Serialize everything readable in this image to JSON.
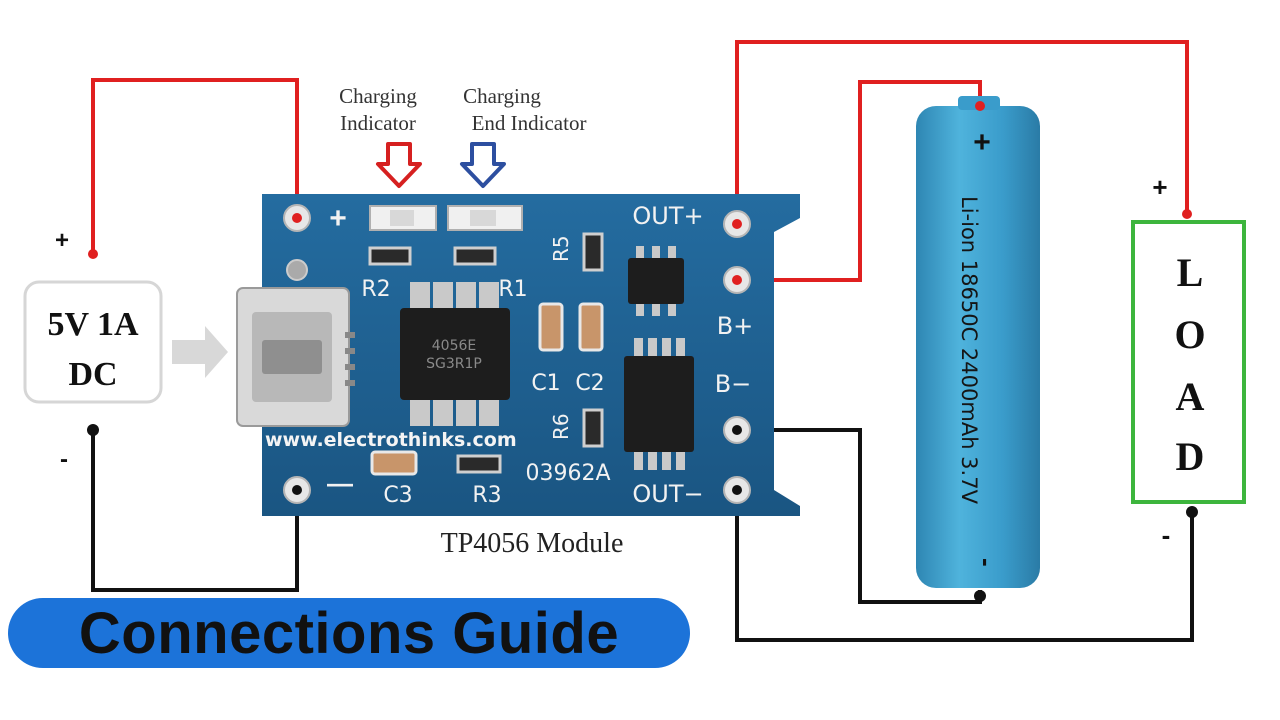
{
  "labels": {
    "charging_indicator_line1": "Charging",
    "charging_indicator_line2": "Indicator",
    "end_indicator_line1": "Charging",
    "end_indicator_line2": "End Indicator",
    "module_caption": "TP4056 Module",
    "guide_title": "Connections Guide"
  },
  "power_source": {
    "line1": "5V 1A",
    "line2": "DC",
    "plus": "+",
    "minus": "-"
  },
  "board": {
    "pad_plus": "+",
    "pad_minus": "—",
    "out_plus": "OUT+",
    "b_plus": "B+",
    "b_minus": "B−",
    "out_minus": "OUT−",
    "r1": "R1",
    "r2": "R2",
    "r3": "R3",
    "r5": "R5",
    "r6": "R6",
    "c1": "C1",
    "c2": "C2",
    "c3": "C3",
    "ic_line1": "4056E",
    "ic_line2": "SG3R1P",
    "part_code": "03962A",
    "website": "www.electrothinks.com"
  },
  "battery": {
    "text": "Li-ion 18650C 2400mAh 3.7V",
    "plus": "+",
    "minus": "-"
  },
  "load": {
    "letters": [
      "L",
      "O",
      "A",
      "D"
    ],
    "plus": "+",
    "minus": "-"
  },
  "colors": {
    "board": "#1e5c8a",
    "positive_wire": "#e02020",
    "negative_wire": "#111111",
    "load_border": "#3db53d",
    "battery": "#3fa3cf",
    "charging_arrow": "#d62020",
    "end_arrow": "#2d4fa0",
    "title_pill": "#1c73d9"
  }
}
